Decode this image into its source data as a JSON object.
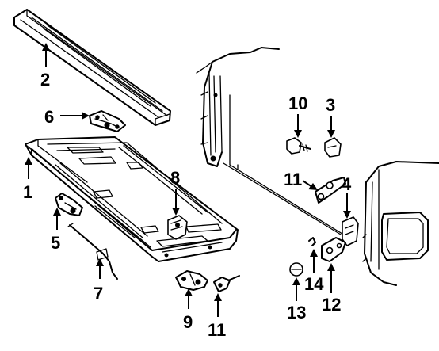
{
  "diagram": {
    "callouts": {
      "c1": "1",
      "c2": "2",
      "c3": "3",
      "c4": "4",
      "c5": "5",
      "c6": "6",
      "c7": "7",
      "c8": "8",
      "c9": "9",
      "c10": "10",
      "c11a": "11",
      "c11b": "11",
      "c12": "12",
      "c13": "13",
      "c14": "14"
    }
  }
}
